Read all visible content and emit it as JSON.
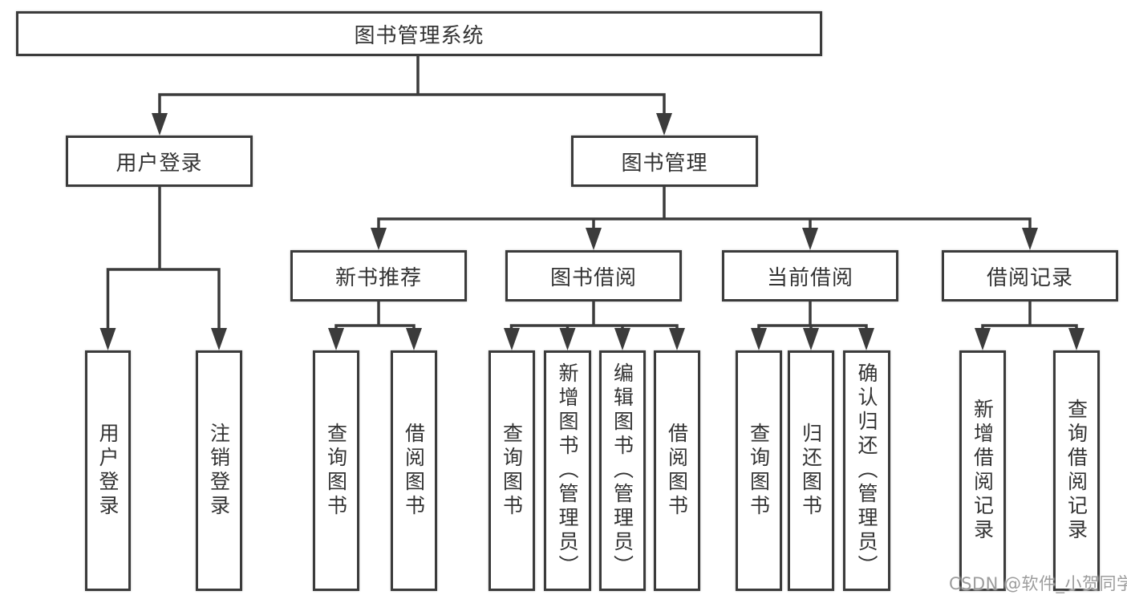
{
  "diagram": {
    "title": "图书管理系统",
    "root": "图书管理系统",
    "level1": {
      "user_login": "用户登录",
      "book_mgmt": "图书管理"
    },
    "level2": {
      "new_book_rec": "新书推荐",
      "book_borrow": "图书借阅",
      "current_borrow": "当前借阅",
      "borrow_records": "借阅记录"
    },
    "leaves": {
      "user_login_leaf": "用户登录",
      "logout": "注销登录",
      "nbr_query": "查询图书",
      "nbr_borrow": "借阅图书",
      "bb_query": "查询图书",
      "bb_add": "新增图书（管理员）",
      "bb_edit": "编辑图书（管理员）",
      "bb_borrow": "借阅图书",
      "cb_query": "查询图书",
      "cb_return": "归还图书",
      "cb_confirm": "确认归还（管理员）",
      "br_add": "新增借阅记录",
      "br_query": "查询借阅记录"
    }
  },
  "watermark": "CSDN @软件_小贺同学",
  "colors": {
    "line": "#3b3b3b",
    "text": "#333333",
    "background": "#ffffff",
    "watermark": "#9c9c9c"
  }
}
